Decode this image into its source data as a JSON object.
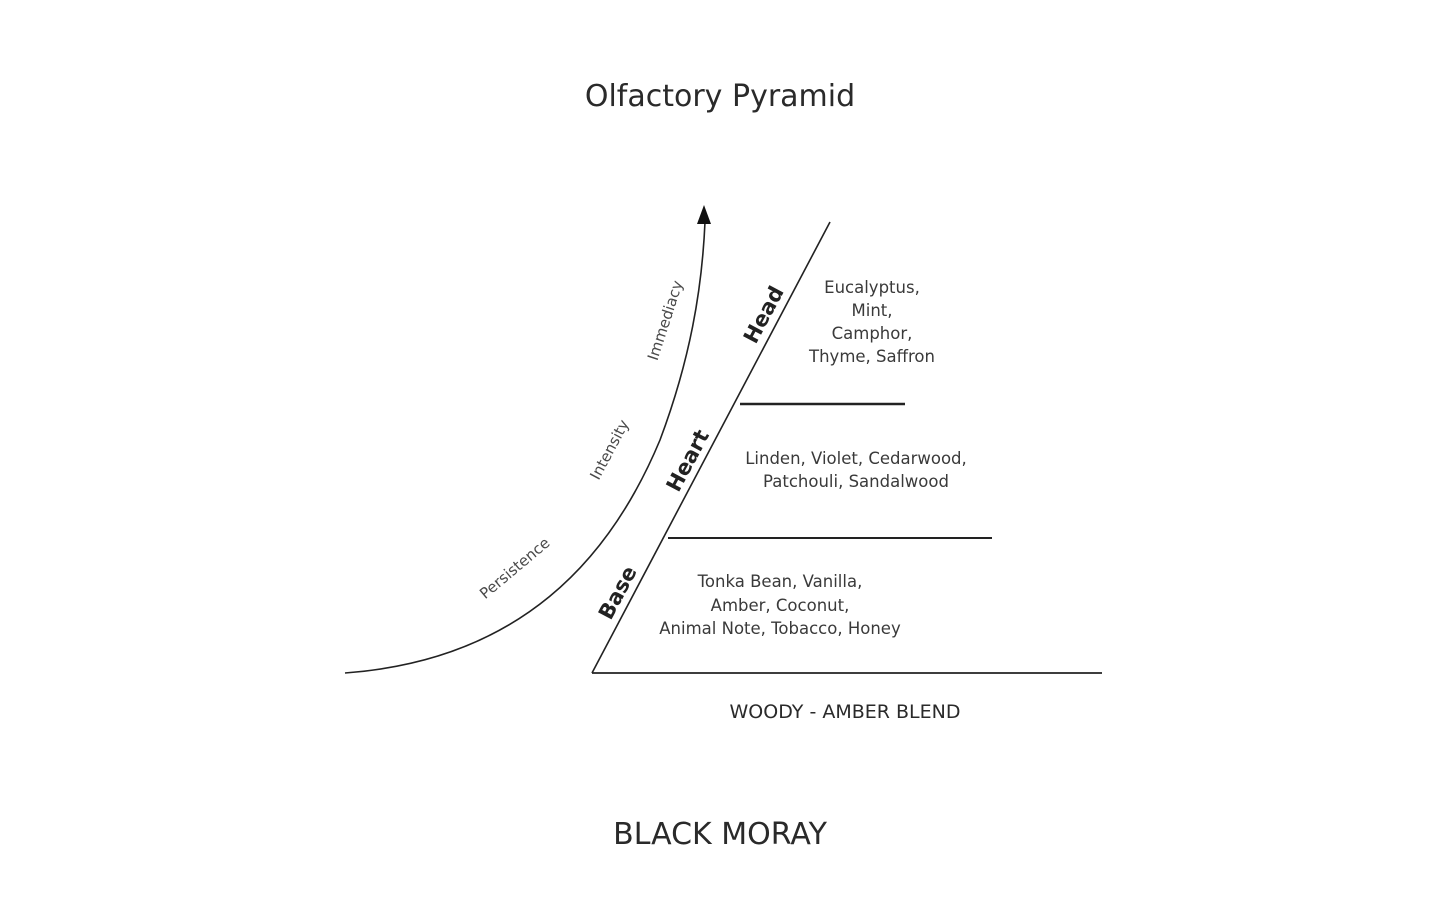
{
  "title": "Olfactory Pyramid",
  "axis_labels": {
    "persistence": "Persistence",
    "intensity": "Intensity",
    "immediacy": "Immediacy"
  },
  "tiers": {
    "head": {
      "label": "Head",
      "notes": [
        "Eucalyptus,",
        "Mint,",
        "Camphor,",
        "Thyme, Saffron"
      ]
    },
    "heart": {
      "label": "Heart",
      "notes": [
        "Linden, Violet, Cedarwood,",
        "Patchouli, Sandalwood"
      ]
    },
    "base": {
      "label": "Base",
      "notes": [
        "Tonka Bean, Vanilla,",
        "Amber, Coconut,",
        "Animal Note, Tobacco, Honey"
      ]
    }
  },
  "blend": "WOODY - AMBER BLEND",
  "product": "BLACK MORAY"
}
